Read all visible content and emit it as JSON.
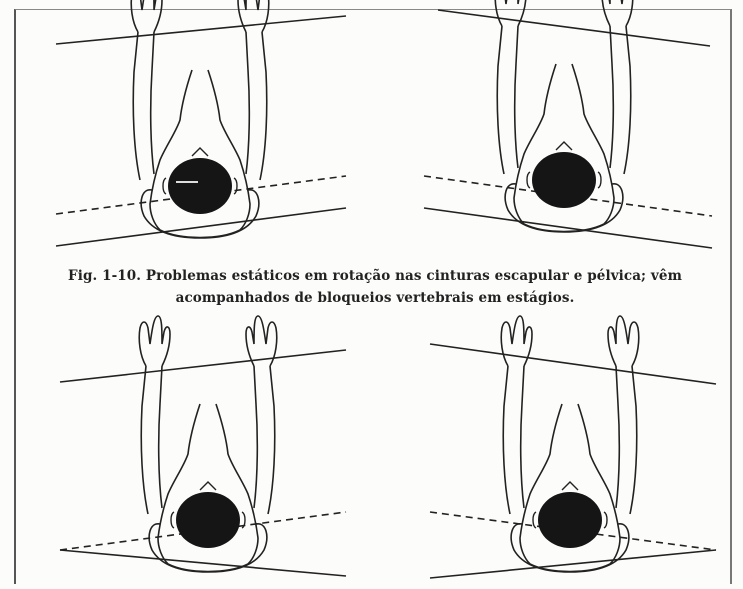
{
  "caption": {
    "line1": "Fig. 1-10. Problemas estáticos em rotação nas cinturas escapular e pélvica; vêm",
    "line2": "acompanhados de bloqueios vertebrais em estágios."
  },
  "panels": [
    {
      "name": "top-left"
    },
    {
      "name": "top-right"
    },
    {
      "name": "bottom-left"
    },
    {
      "name": "bottom-right"
    }
  ]
}
